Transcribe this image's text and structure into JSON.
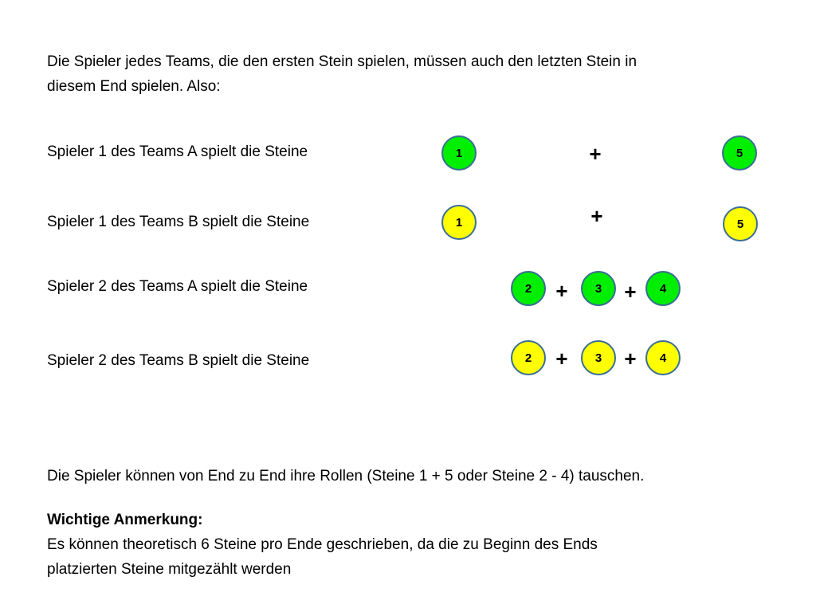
{
  "intro": {
    "line1": "Die Spieler jedes Teams, die den ersten Stein spielen, müssen auch den letzten Stein in",
    "line2": "diesem End spielen. Also:"
  },
  "rows": [
    {
      "label": "Spieler 1 des Teams A spielt die Steine",
      "stones": [
        "1",
        "5"
      ],
      "color": "#00ee00"
    },
    {
      "label": "Spieler 1 des Teams B spielt die Steine",
      "stones": [
        "1",
        "5"
      ],
      "color": "#ffff00"
    },
    {
      "label": "Spieler 2 des Teams A spielt die Steine",
      "stones": [
        "2",
        "3",
        "4"
      ],
      "color": "#00ee00"
    },
    {
      "label": "Spieler 2 des Teams B spielt die Steine",
      "stones": [
        "2",
        "3",
        "4"
      ],
      "color": "#ffff00"
    }
  ],
  "plus_sign": "+",
  "roles_text": "Die Spieler können von End zu End ihre Rollen (Steine 1 + 5 oder Steine 2 - 4) tauschen.",
  "note": {
    "heading": "Wichtige Anmerkung:",
    "line1": "Es können theoretisch 6 Steine pro Ende geschrieben, da die zu Beginn des Ends",
    "line2": "platzierten Steine mitgezählt werden"
  }
}
